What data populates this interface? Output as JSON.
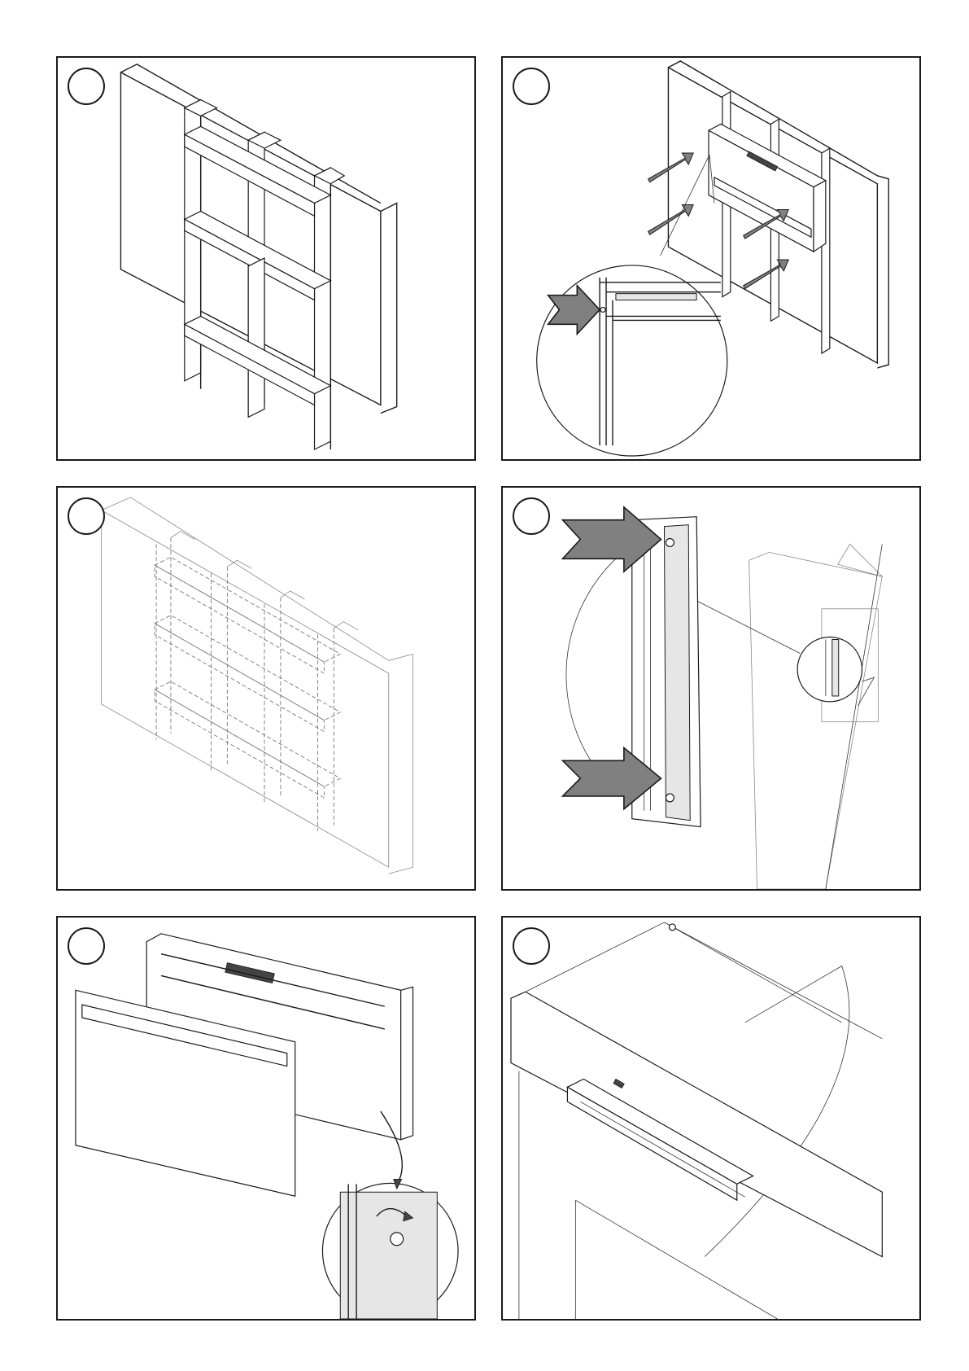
{
  "steps": [
    {
      "id": 1,
      "label": ""
    },
    {
      "id": 2,
      "label": ""
    },
    {
      "id": 3,
      "label": ""
    },
    {
      "id": 4,
      "label": ""
    },
    {
      "id": 5,
      "label": ""
    },
    {
      "id": 6,
      "label": ""
    }
  ]
}
